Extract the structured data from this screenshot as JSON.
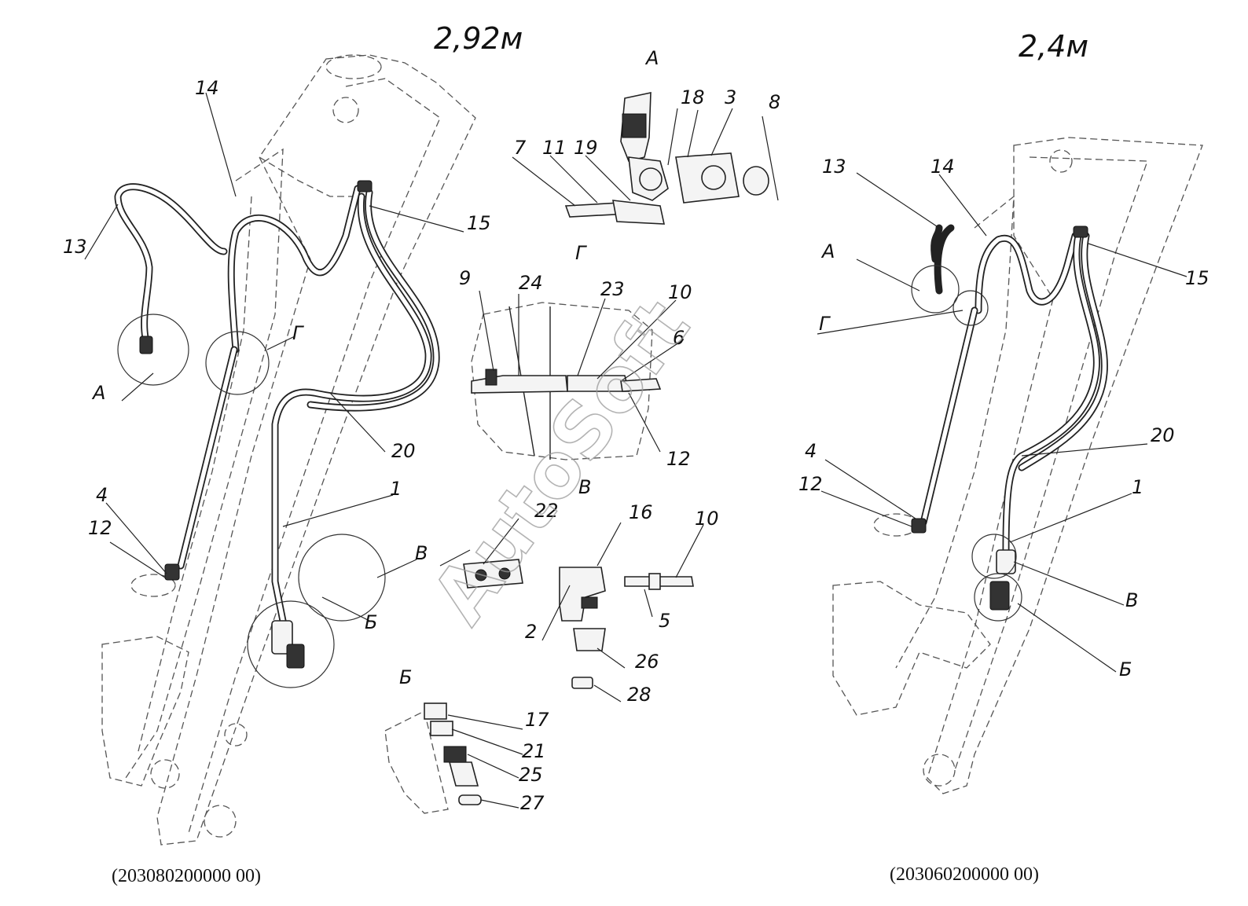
{
  "headings": {
    "left": "2,92м",
    "right": "2,4м"
  },
  "captions": {
    "left": "(203080200000 00)",
    "right": "(203060200000 00)"
  },
  "views": {
    "A": "А",
    "B": "Б",
    "V": "В",
    "G": "Г"
  },
  "watermark": "AutoSoft",
  "labels": {
    "n1": "1",
    "n2": "2",
    "n3": "3",
    "n4": "4",
    "n5": "5",
    "n6": "6",
    "n7": "7",
    "n8": "8",
    "n9": "9",
    "n10": "10",
    "n11": "11",
    "n12": "12",
    "n13": "13",
    "n14": "14",
    "n15": "15",
    "n16": "16",
    "n17": "17",
    "n18": "18",
    "n19": "19",
    "n20": "20",
    "n21": "21",
    "n22": "22",
    "n23": "23",
    "n24": "24",
    "n25": "25",
    "n26": "26",
    "n27": "27",
    "n28": "28"
  }
}
